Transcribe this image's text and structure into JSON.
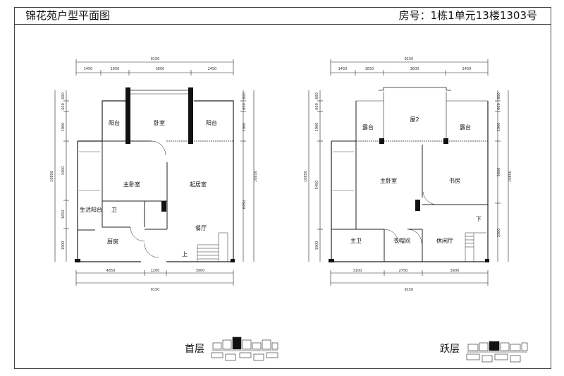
{
  "header": {
    "title": "锦花苑户型平面图",
    "unit_info": "房号：1栋1单元13楼1303号"
  },
  "plan_first": {
    "floor_label": "首层",
    "overall_width": "9150",
    "top_dims": [
      "1450",
      "1650",
      "3600",
      "2450"
    ],
    "bottom_dims": [
      "4850",
      "1200",
      "3900"
    ],
    "bottom_total": "9150",
    "left_dims": [
      "600",
      "600",
      "1900",
      "3400",
      "1650",
      "1900"
    ],
    "left_total": "10850",
    "right_dims": [
      "600",
      "600",
      "1900",
      "6950"
    ],
    "right_total": "10850",
    "rooms": {
      "balcony_left": "阳台",
      "bedroom": "卧室",
      "balcony_right": "阳台",
      "master_bedroom": "主卧室",
      "living_room": "起居室",
      "utility_balcony": "生活阳台",
      "toilet": "卫",
      "dining": "餐厅",
      "kitchen": "厨房",
      "stairs_up": "上"
    }
  },
  "plan_upper": {
    "floor_label": "跃层",
    "overall_width": "9150",
    "top_dims": [
      "1450",
      "1650",
      "3600",
      "2450"
    ],
    "bottom_dims": [
      "3100",
      "2750",
      "3900"
    ],
    "bottom_total": "9150",
    "left_dims": [
      "600",
      "600",
      "1900",
      "5450",
      "1900"
    ],
    "left_total": "10850",
    "right_dims": [
      "600",
      "600",
      "1900",
      "3600",
      "3300"
    ],
    "right_total": "10850",
    "rooms": {
      "terrace_left": "露台",
      "roof": "屋2",
      "terrace_right": "露台",
      "master_bedroom": "主卧室",
      "study": "书房",
      "master_bath": "主卫",
      "closet": "衣帽间",
      "lounge": "休闲厅",
      "stairs_down": "下"
    }
  }
}
